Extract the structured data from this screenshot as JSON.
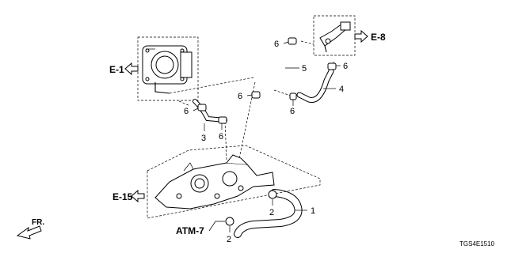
{
  "diagram": {
    "callouts": {
      "c1": "1",
      "c2a": "2",
      "c2b": "2",
      "c3": "3",
      "c4": "4",
      "c5": "5",
      "c6a": "6",
      "c6b": "6",
      "c6c": "6",
      "c6d": "6",
      "c6e": "6",
      "c6f": "6"
    },
    "references": {
      "e1": "E-1",
      "e8": "E-8",
      "e15": "E-15",
      "atm7": "ATM-7"
    },
    "front_label": "FR.",
    "diagram_code": "TGS4E1510"
  }
}
